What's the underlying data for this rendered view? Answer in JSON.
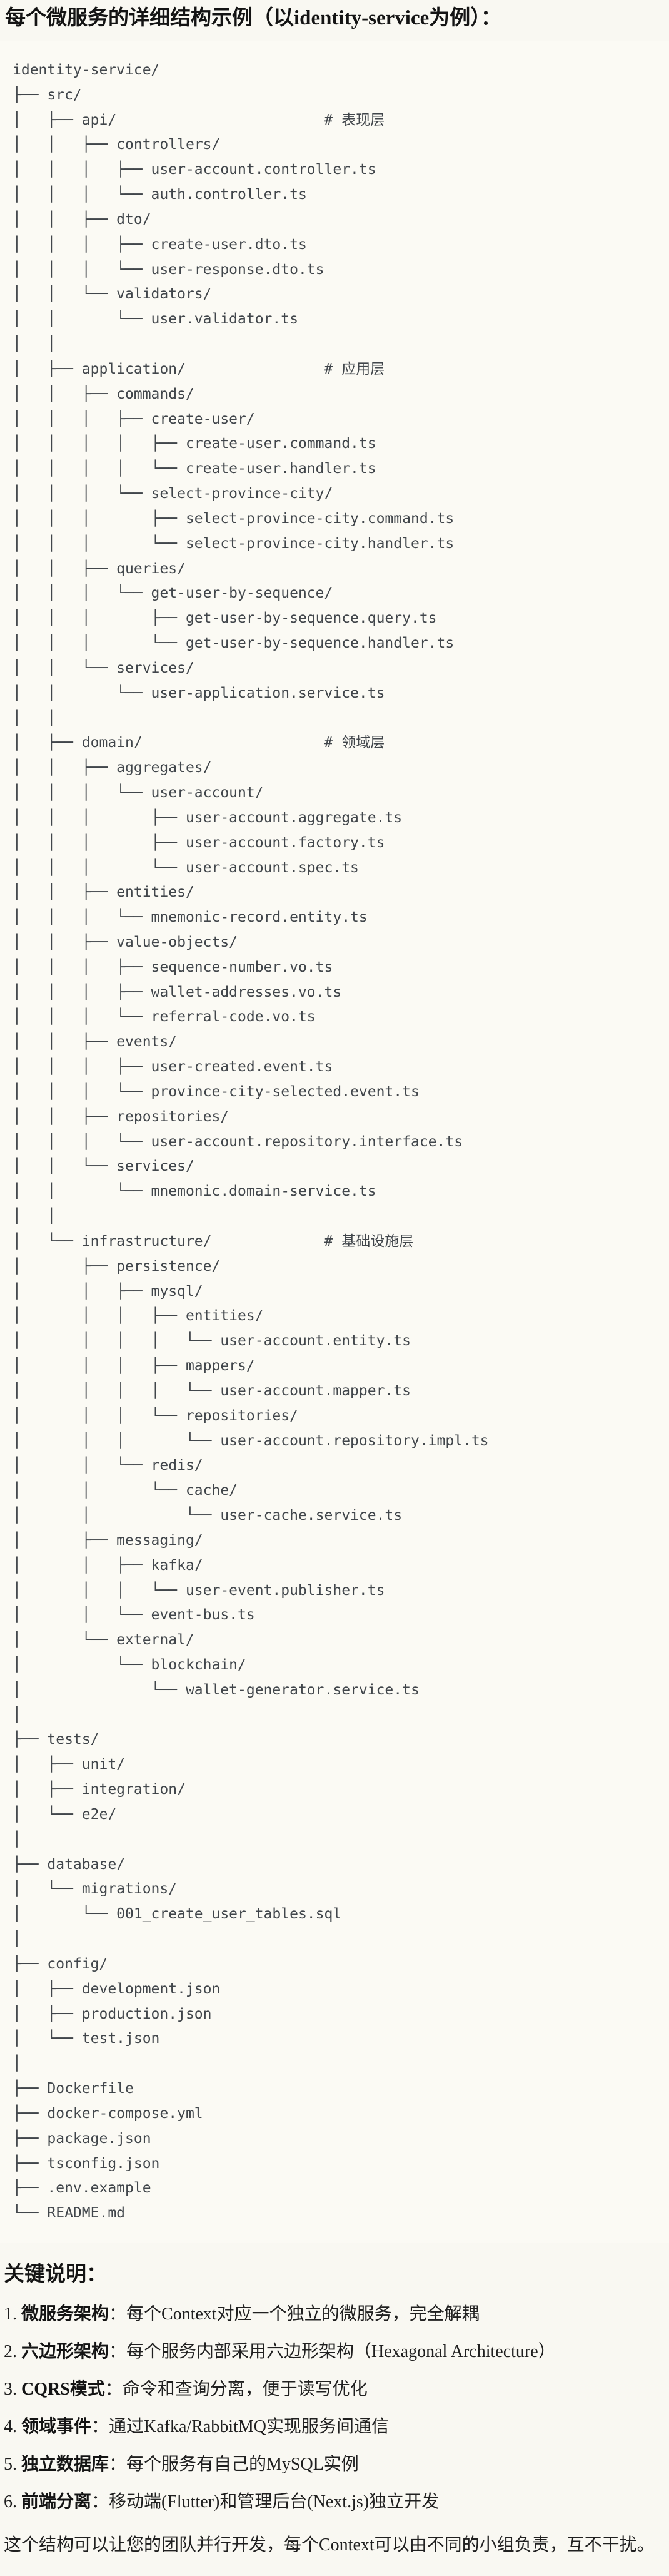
{
  "title": "每个微服务的详细结构示例（以identity-service为例）：",
  "tree": {
    "lines": [
      "identity-service/",
      "├── src/",
      "│   ├── api/                        # 表现层",
      "│   │   ├── controllers/",
      "│   │   │   ├── user-account.controller.ts",
      "│   │   │   └── auth.controller.ts",
      "│   │   ├── dto/",
      "│   │   │   ├── create-user.dto.ts",
      "│   │   │   └── user-response.dto.ts",
      "│   │   └── validators/",
      "│   │       └── user.validator.ts",
      "│   │",
      "│   ├── application/                # 应用层",
      "│   │   ├── commands/",
      "│   │   │   ├── create-user/",
      "│   │   │   │   ├── create-user.command.ts",
      "│   │   │   │   └── create-user.handler.ts",
      "│   │   │   └── select-province-city/",
      "│   │   │       ├── select-province-city.command.ts",
      "│   │   │       └── select-province-city.handler.ts",
      "│   │   ├── queries/",
      "│   │   │   └── get-user-by-sequence/",
      "│   │   │       ├── get-user-by-sequence.query.ts",
      "│   │   │       └── get-user-by-sequence.handler.ts",
      "│   │   └── services/",
      "│   │       └── user-application.service.ts",
      "│   │",
      "│   ├── domain/                     # 领域层",
      "│   │   ├── aggregates/",
      "│   │   │   └── user-account/",
      "│   │   │       ├── user-account.aggregate.ts",
      "│   │   │       ├── user-account.factory.ts",
      "│   │   │       └── user-account.spec.ts",
      "│   │   ├── entities/",
      "│   │   │   └── mnemonic-record.entity.ts",
      "│   │   ├── value-objects/",
      "│   │   │   ├── sequence-number.vo.ts",
      "│   │   │   ├── wallet-addresses.vo.ts",
      "│   │   │   └── referral-code.vo.ts",
      "│   │   ├── events/",
      "│   │   │   ├── user-created.event.ts",
      "│   │   │   └── province-city-selected.event.ts",
      "│   │   ├── repositories/",
      "│   │   │   └── user-account.repository.interface.ts",
      "│   │   └── services/",
      "│   │       └── mnemonic.domain-service.ts",
      "│   │",
      "│   └── infrastructure/             # 基础设施层",
      "│       ├── persistence/",
      "│       │   ├── mysql/",
      "│       │   │   ├── entities/",
      "│       │   │   │   └── user-account.entity.ts",
      "│       │   │   ├── mappers/",
      "│       │   │   │   └── user-account.mapper.ts",
      "│       │   │   └── repositories/",
      "│       │   │       └── user-account.repository.impl.ts",
      "│       │   └── redis/",
      "│       │       └── cache/",
      "│       │           └── user-cache.service.ts",
      "│       ├── messaging/",
      "│       │   ├── kafka/",
      "│       │   │   └── user-event.publisher.ts",
      "│       │   └── event-bus.ts",
      "│       └── external/",
      "│           └── blockchain/",
      "│               └── wallet-generator.service.ts",
      "│",
      "├── tests/",
      "│   ├── unit/",
      "│   ├── integration/",
      "│   └── e2e/",
      "│",
      "├── database/",
      "│   └── migrations/",
      "│       └── 001_create_user_tables.sql",
      "│",
      "├── config/",
      "│   ├── development.json",
      "│   ├── production.json",
      "│   └── test.json",
      "│",
      "├── Dockerfile",
      "├── docker-compose.yml",
      "├── package.json",
      "├── tsconfig.json",
      "├── .env.example",
      "└── README.md"
    ]
  },
  "notes": {
    "heading": "关键说明：",
    "items": [
      {
        "num": "1. ",
        "term": "微服务架构",
        "desc": "：每个Context对应一个独立的微服务，完全解耦"
      },
      {
        "num": "2. ",
        "term": "六边形架构",
        "desc": "：每个服务内部采用六边形架构（Hexagonal Architecture）"
      },
      {
        "num": "3. ",
        "term": "CQRS模式",
        "desc": "：命令和查询分离，便于读写优化"
      },
      {
        "num": "4. ",
        "term": "领域事件",
        "desc": "：通过Kafka/RabbitMQ实现服务间通信"
      },
      {
        "num": "5. ",
        "term": "独立数据库",
        "desc": "：每个服务有自己的MySQL实例"
      },
      {
        "num": "6. ",
        "term": "前端分离",
        "desc": "：移动端(Flutter)和管理后台(Next.js)独立开发"
      }
    ],
    "closing": "这个结构可以让您的团队并行开发，每个Context可以由不同的小组负责，互不干扰。"
  },
  "colors": {
    "page_bg": "#f9f8f2",
    "code_bg": "#fbfaf4",
    "code_border": "#e3e1d8",
    "tree_text": "#41464b",
    "heading_text": "#141414"
  }
}
